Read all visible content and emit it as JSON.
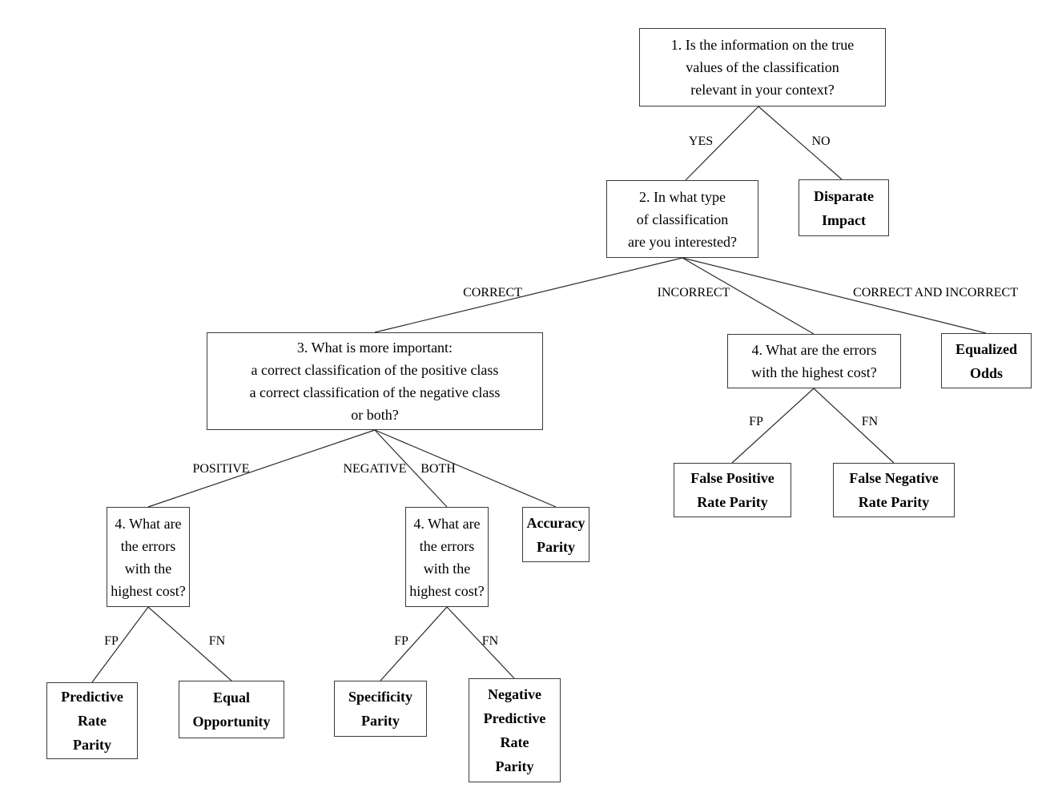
{
  "diagram_type": "decision-tree-flowchart",
  "colors": {
    "background": "#ffffff",
    "box_border": "#3a3a3a",
    "line": "#2b2b2b",
    "text": "#000000"
  },
  "nodes": {
    "q1": {
      "kind": "question",
      "lines": [
        "1. Is the information on the true",
        "values of the classification",
        "relevant in your context?"
      ]
    },
    "q2": {
      "kind": "question",
      "lines": [
        "2. In what type",
        "of classification",
        "are you interested?"
      ]
    },
    "di": {
      "kind": "result",
      "lines": [
        "Disparate",
        "Impact"
      ]
    },
    "q3": {
      "kind": "question",
      "lines": [
        "3. What is more important:",
        "a correct classification of the positive class",
        "a correct classification of the negative class",
        "or both?"
      ]
    },
    "q4r": {
      "kind": "question",
      "lines": [
        "4. What are the errors",
        "with the highest cost?"
      ]
    },
    "eo": {
      "kind": "result",
      "lines": [
        "Equalized",
        "Odds"
      ]
    },
    "fprp": {
      "kind": "result",
      "lines": [
        "False Positive",
        "Rate Parity"
      ]
    },
    "fnrp": {
      "kind": "result",
      "lines": [
        "False Negative",
        "Rate Parity"
      ]
    },
    "q4l": {
      "kind": "question",
      "lines": [
        "4. What are",
        "the errors",
        "with the",
        "highest cost?"
      ]
    },
    "q4m": {
      "kind": "question",
      "lines": [
        "4. What are",
        "the errors",
        "with the",
        "highest cost?"
      ]
    },
    "ap": {
      "kind": "result",
      "lines": [
        "Accuracy",
        "Parity"
      ]
    },
    "prp": {
      "kind": "result",
      "lines": [
        "Predictive",
        "Rate",
        "Parity"
      ]
    },
    "eop": {
      "kind": "result",
      "lines": [
        "Equal",
        "Opportunity"
      ]
    },
    "sp": {
      "kind": "result",
      "lines": [
        "Specificity",
        "Parity"
      ]
    },
    "nprp": {
      "kind": "result",
      "lines": [
        "Negative",
        "Predictive",
        "Rate",
        "Parity"
      ]
    }
  },
  "edge_labels": {
    "yes": "YES",
    "no": "NO",
    "correct": "CORRECT",
    "incorrect": "INCORRECT",
    "correct_and_incorrect": "CORRECT AND INCORRECT",
    "positive": "POSITIVE",
    "negative": "NEGATIVE",
    "both": "BOTH",
    "fp_right": "FP",
    "fn_right": "FN",
    "fp_left": "FP",
    "fn_left": "FN",
    "fp_mid": "FP",
    "fn_mid": "FN"
  }
}
